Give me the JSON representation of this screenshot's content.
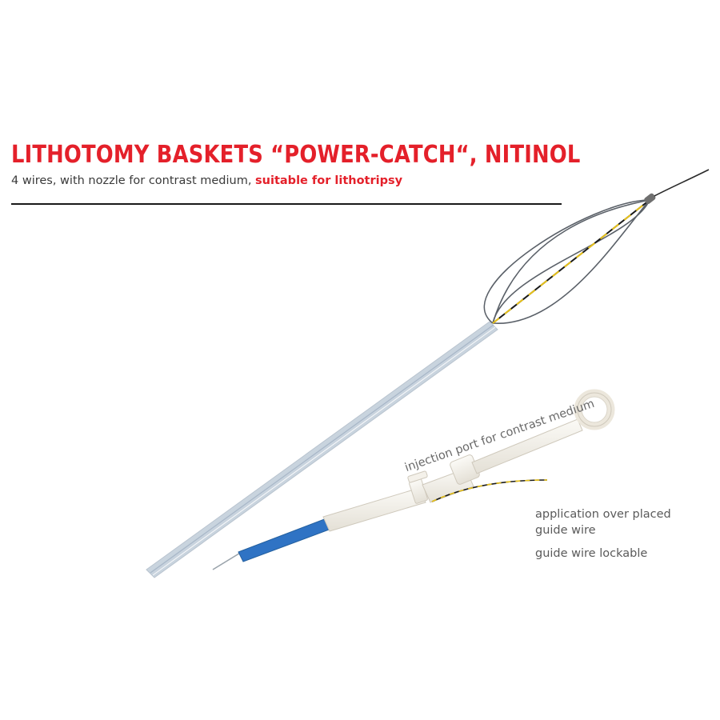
{
  "heading": {
    "title": "LITHOTOMY BASKETS “POWER-CATCH“, NITINOL",
    "subtitle_plain": "4 wires, with nozzle for contrast medium, ",
    "subtitle_accent": "suitable for lithotripsy"
  },
  "callouts": {
    "injection_port": "injection port for contrast medium",
    "application_line1": "application over placed",
    "application_line2": "guide wire",
    "guide_wire_lockable": "guide wire lockable"
  },
  "colors": {
    "brand_red": "#e4202a",
    "rule_black": "#1a1a1a",
    "text_gray": "#5a5a5a",
    "sheath_blue": "#2f73c4",
    "wire_yellow": "#e8c21a"
  }
}
